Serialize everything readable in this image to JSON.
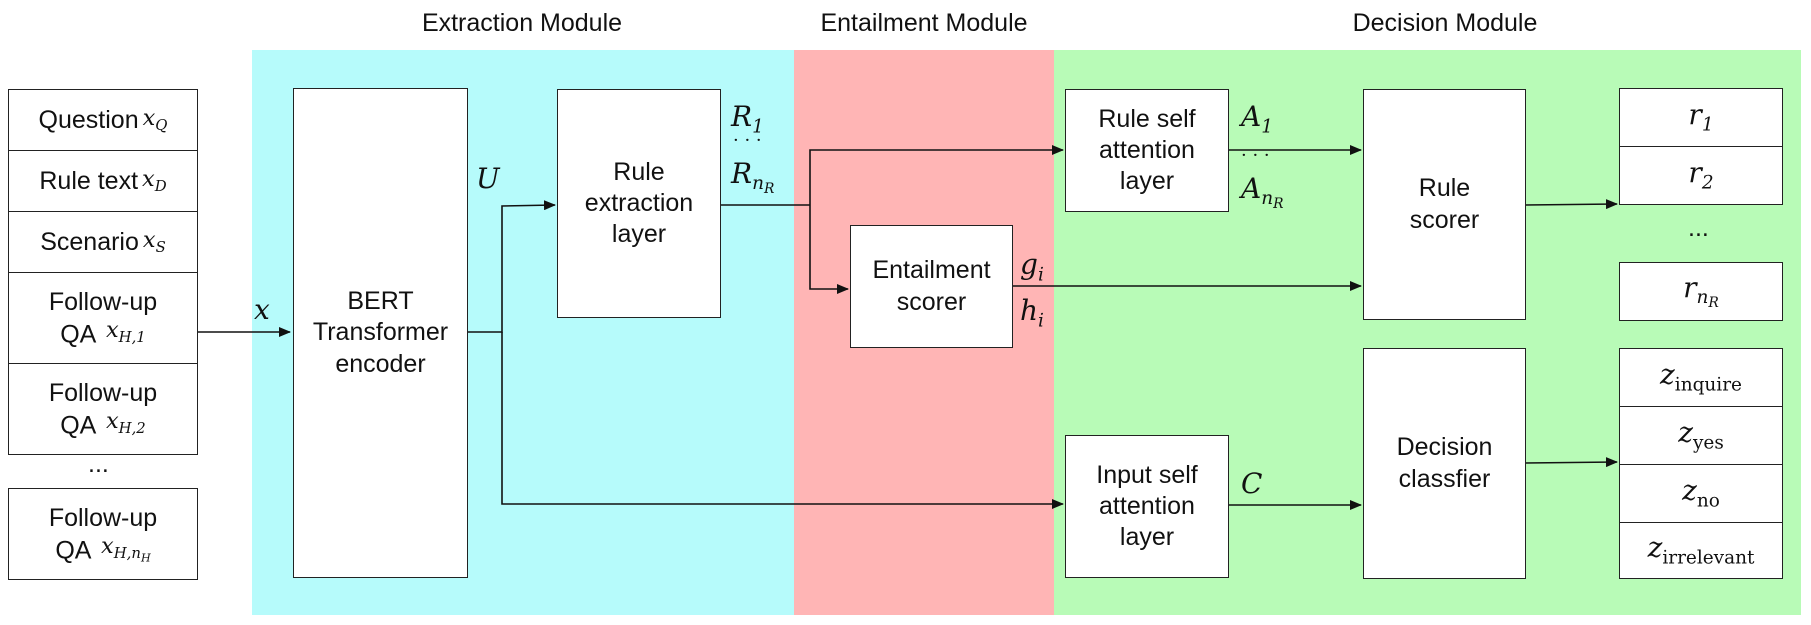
{
  "modules": {
    "extraction": "Extraction Module",
    "entailment": "Entailment Module",
    "decision": "Decision Module"
  },
  "colors": {
    "extraction_bg": "#b6fbfb",
    "entailment_bg": "#ffb5b5",
    "decision_bg": "#b8fbb7"
  },
  "inputs": {
    "question": "Question",
    "rule_text": "Rule text",
    "scenario": "Scenario",
    "followup1_a": "Follow-up",
    "followup1_b": "QA",
    "followup2_a": "Follow-up",
    "followup2_b": "QA",
    "ellipsis": "...",
    "followupn_a": "Follow-up",
    "followupn_b": "QA"
  },
  "boxes": {
    "bert": "BERT Transformer encoder",
    "rule_extraction": "Rule extraction layer",
    "entailment_scorer": "Entailment scorer",
    "rule_self_attention": "Rule self attention layer",
    "input_self_attention": "Input self attention layer",
    "rule_scorer": "Rule scorer",
    "decision_classifier": "Decision classfier"
  },
  "outputs": {
    "rule_ellipsis": "...",
    "z_inquire": "inquire",
    "z_yes": "yes",
    "z_no": "no",
    "z_irrelevant": "irrelevant"
  },
  "labels": {
    "x": "x",
    "U": "U",
    "R": "R",
    "A": "A",
    "C": "C",
    "g": "g",
    "h": "h",
    "dots": "· · ·"
  }
}
